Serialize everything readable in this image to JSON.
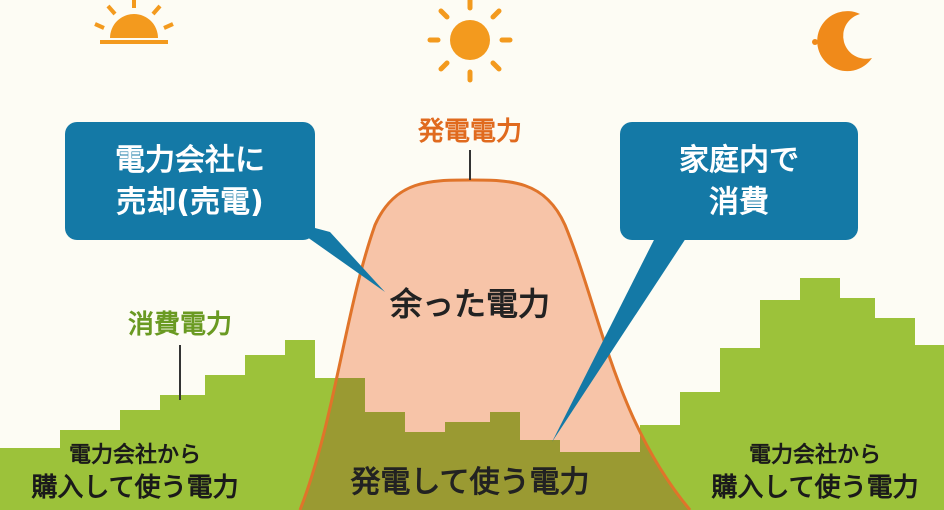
{
  "labels": {
    "generation": "発電電力",
    "consumption": "消費電力",
    "surplus": "余った電力",
    "self_use": "発電して使う電力",
    "bubble_sell": [
      "電力会社に",
      "売却(売電)"
    ],
    "bubble_home": [
      "家庭内で",
      "消費"
    ],
    "buy_left": [
      "電力会社から",
      "購入して使う電力"
    ],
    "buy_right": [
      "電力会社から",
      "購入して使う電力"
    ]
  },
  "icons": [
    "sunrise-icon",
    "sun-icon",
    "moon-stars-icon"
  ],
  "colors": {
    "background": "#fdfcf4",
    "generation_fill": "#f7c4a8",
    "generation_stroke": "#e0742a",
    "generation_label": "#e06a1e",
    "consumption_fill": "#9cc23a",
    "self_use_fill": "#9a9a32",
    "consumption_label": "#6a9a22",
    "bubble_fill": "#1479a6",
    "sun": "#f39a1e",
    "moon": "#f08a1a"
  }
}
